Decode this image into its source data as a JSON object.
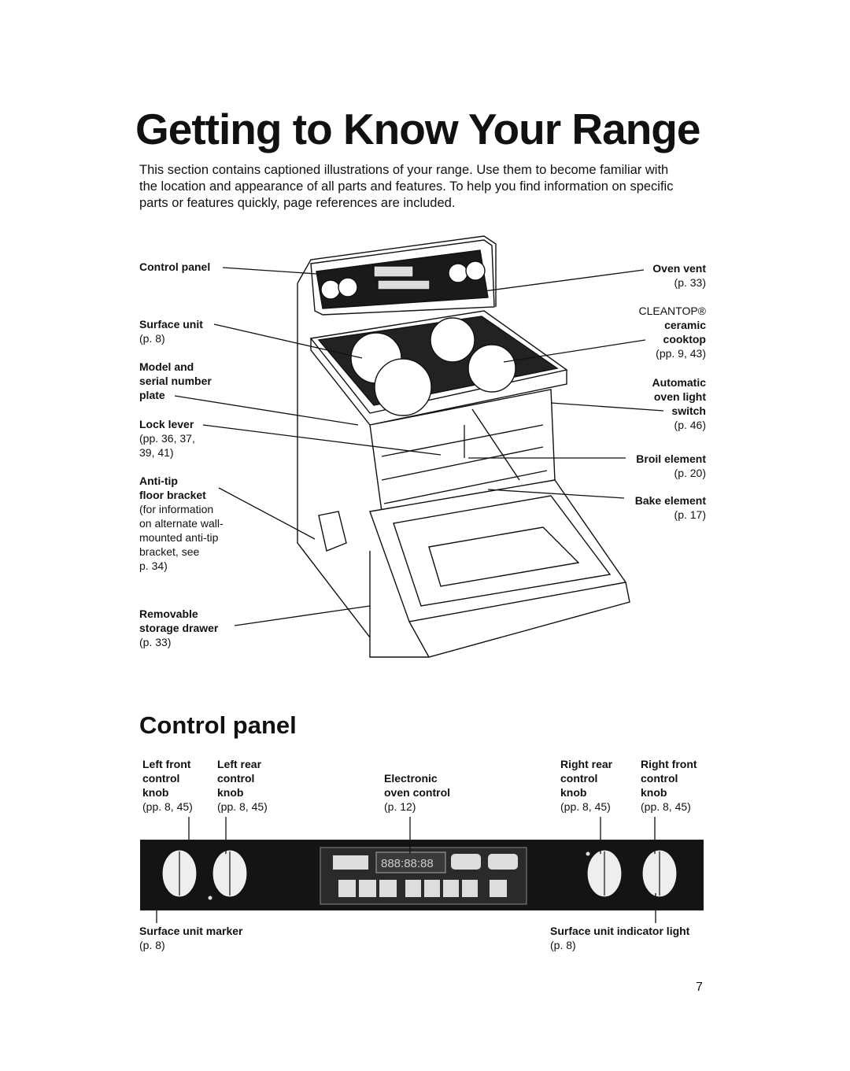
{
  "page": {
    "title": "Getting to Know Your Range",
    "intro_lines": [
      "This section contains captioned illustrations of your range. Use them to become familiar with",
      "the location and appearance of all parts and features. To help you find information on specific",
      "parts or features quickly, page references are included."
    ],
    "page_number": "7"
  },
  "range_labels_left": {
    "control_panel": "Control panel",
    "surface_unit": "Surface unit",
    "surface_unit_ref": "(p. 8)",
    "model_serial": [
      "Model and",
      "serial number",
      "plate"
    ],
    "lock_lever": "Lock lever",
    "lock_lever_ref": [
      "(pp. 36, 37,",
      "39, 41)"
    ],
    "anti_tip": [
      "Anti-tip",
      "floor bracket"
    ],
    "anti_tip_note": [
      "(for information",
      "on alternate wall-",
      "mounted anti-tip",
      "bracket, see",
      "p. 34)"
    ],
    "storage_drawer": [
      "Removable",
      "storage drawer"
    ],
    "storage_drawer_ref": "(p. 33)"
  },
  "range_labels_right": {
    "oven_vent": "Oven vent",
    "oven_vent_ref": "(p. 33)",
    "cleantop": "CLEANTOP®",
    "cleantop_rest": [
      "ceramic",
      "cooktop"
    ],
    "cleantop_ref": "(pp. 9, 43)",
    "oven_light": [
      "Automatic",
      "oven light",
      "switch"
    ],
    "oven_light_ref": "(p. 46)",
    "broil": "Broil element",
    "broil_ref": "(p. 20)",
    "bake": "Bake element",
    "bake_ref": "(p. 17)"
  },
  "control_panel_section": {
    "heading": "Control panel",
    "left_front": [
      "Left front",
      "control",
      "knob"
    ],
    "left_front_ref": "(pp. 8, 45)",
    "left_rear": [
      "Left rear",
      "control",
      "knob"
    ],
    "left_rear_ref": "(pp. 8, 45)",
    "electronic": [
      "Electronic",
      "oven control"
    ],
    "electronic_ref": "(p. 12)",
    "right_rear": [
      "Right rear",
      "control",
      "knob"
    ],
    "right_rear_ref": "(pp. 8, 45)",
    "right_front": [
      "Right front",
      "control",
      "knob"
    ],
    "right_front_ref": "(pp. 8, 45)",
    "surface_marker": "Surface unit marker",
    "surface_marker_ref": "(p. 8)",
    "indicator_light": "Surface unit indicator light",
    "indicator_light_ref": "(p. 8)",
    "display_text": "888:88:88"
  }
}
